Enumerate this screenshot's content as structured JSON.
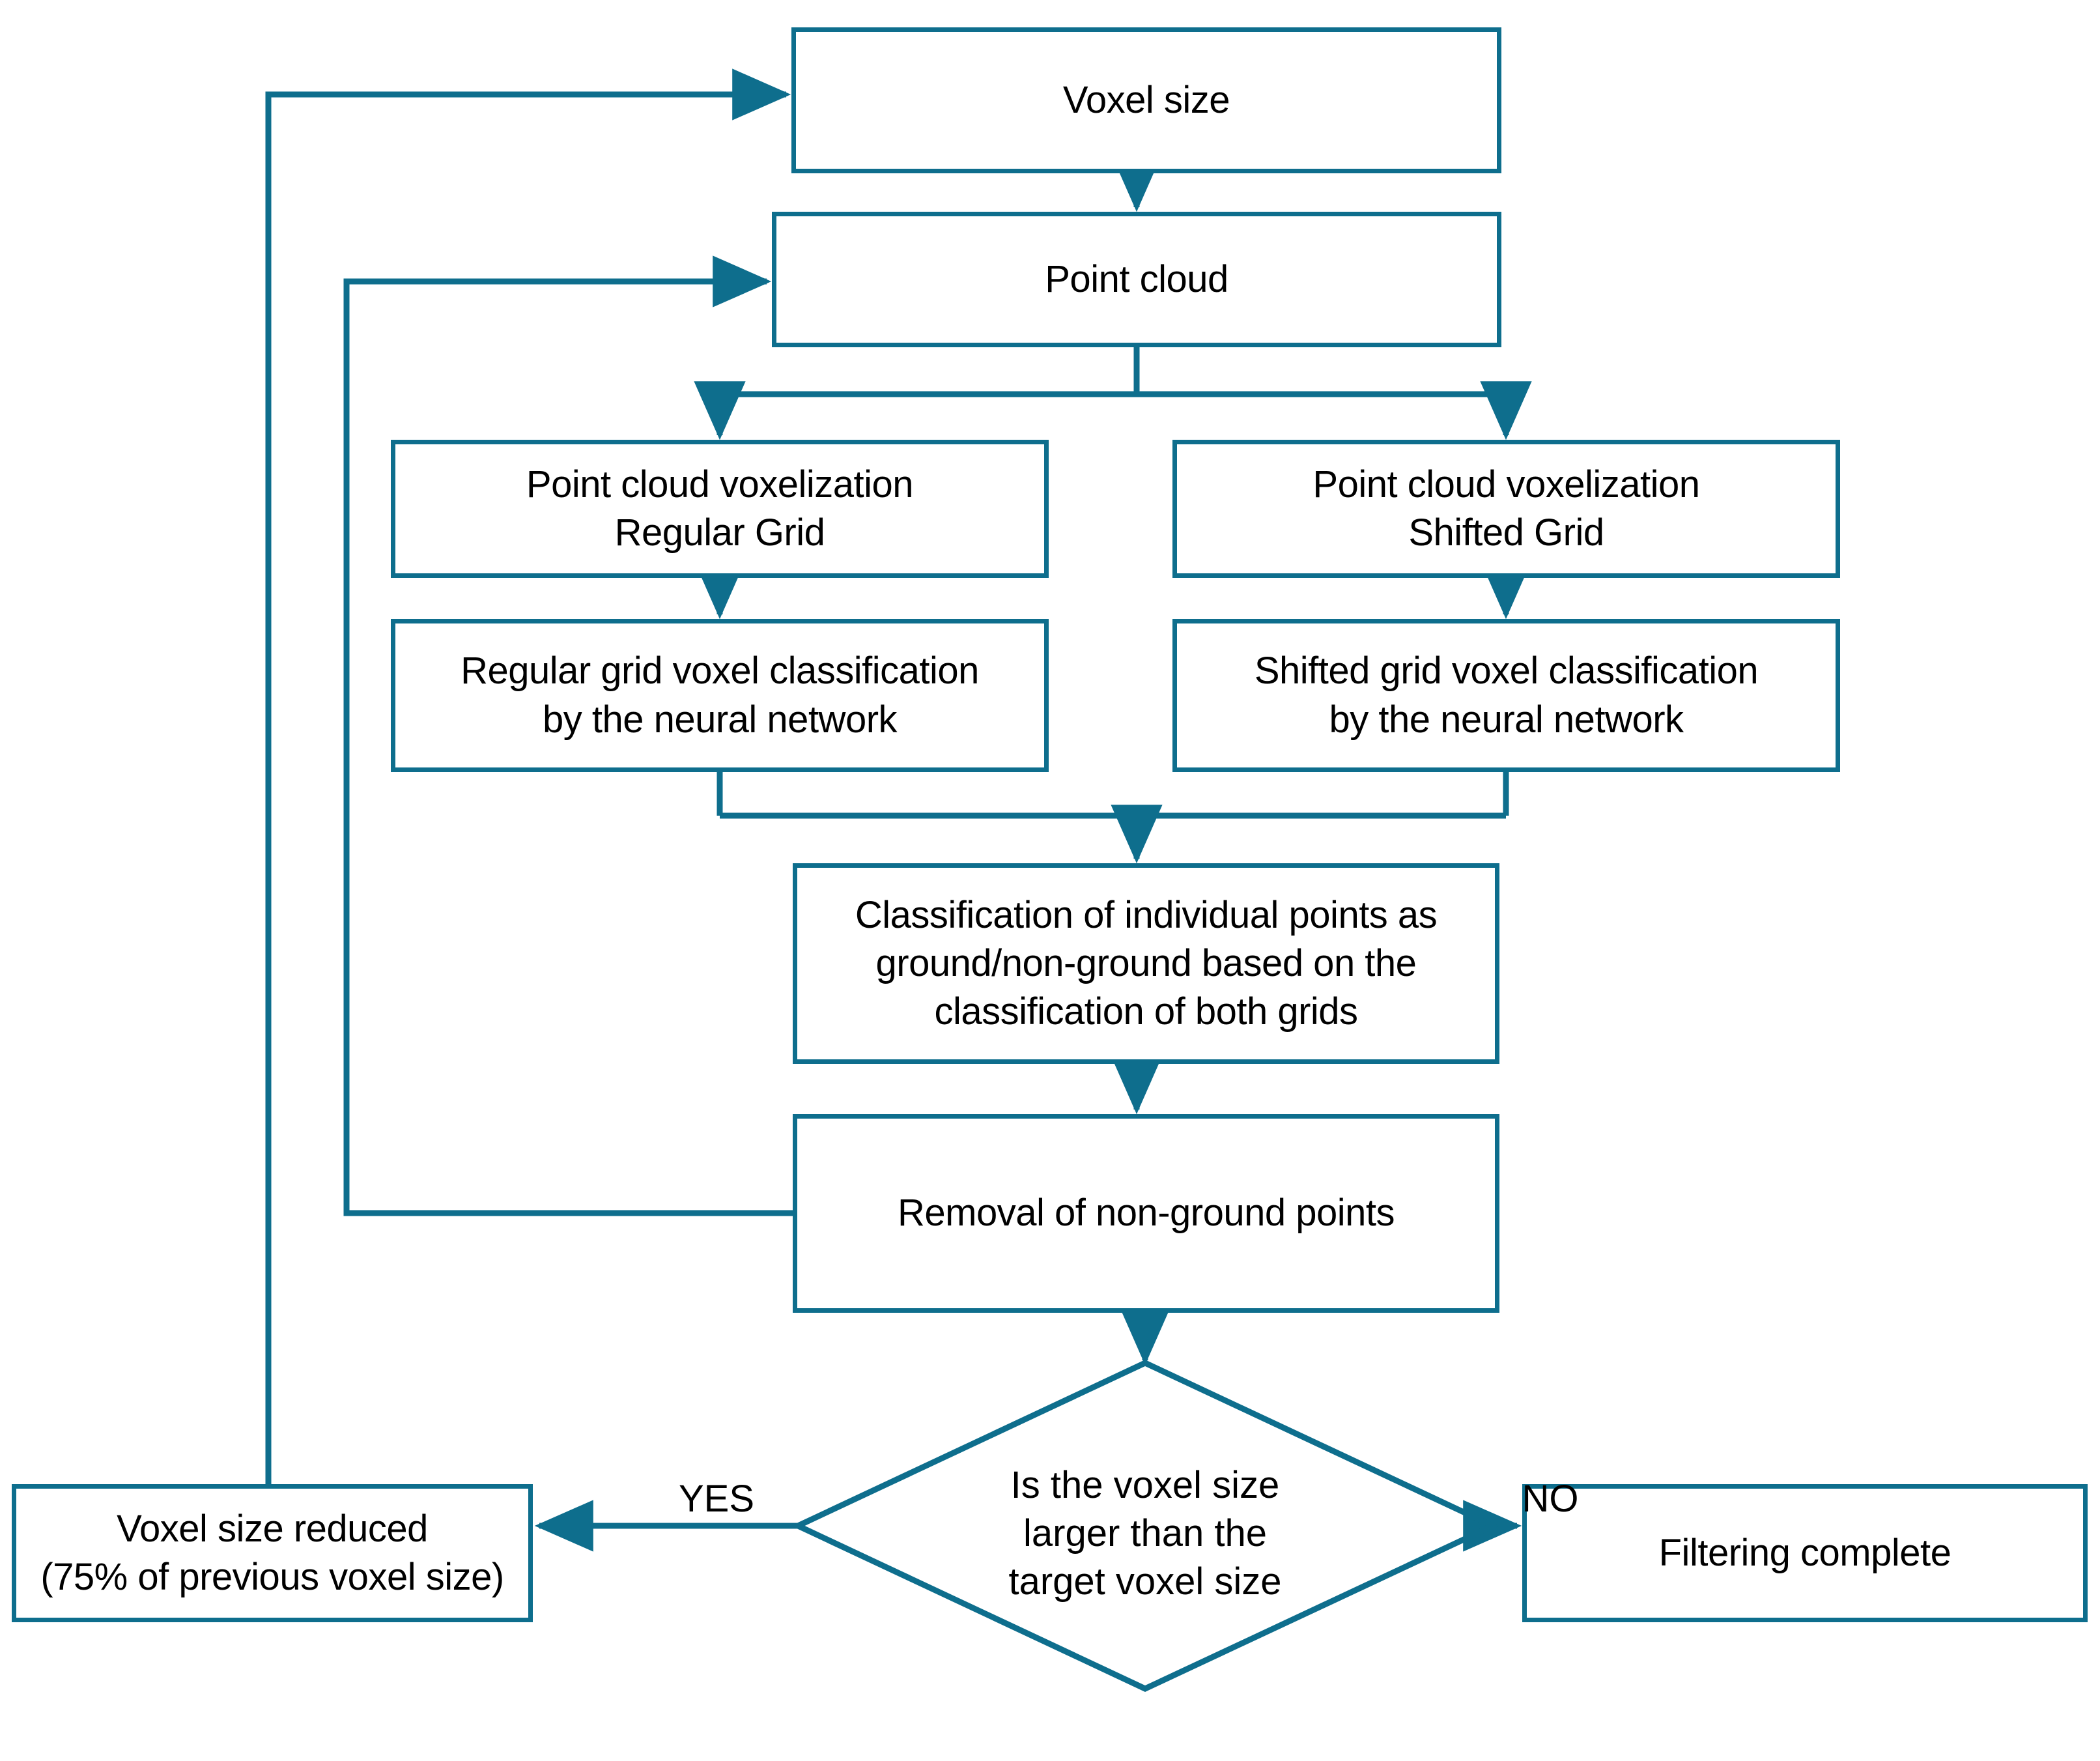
{
  "diagram": {
    "title": "Iterative voxel-based ground filtering flowchart",
    "accent_color": "#0e6e8d",
    "text_color": "#000000",
    "background_color": "#ffffff",
    "type": "flowchart"
  },
  "nodes": {
    "voxel_size": {
      "label": "Voxel size",
      "shape": "process"
    },
    "point_cloud": {
      "label": "Point cloud",
      "shape": "process"
    },
    "voxelization_regular": {
      "line1": "Point cloud voxelization",
      "line2": "Regular Grid",
      "shape": "process"
    },
    "voxelization_shifted": {
      "line1": "Point cloud voxelization",
      "line2": "Shifted Grid",
      "shape": "process"
    },
    "classification_regular": {
      "line1": "Regular grid voxel classification",
      "line2": "by the neural network",
      "shape": "process"
    },
    "classification_shifted": {
      "line1": "Shifted grid voxel classification",
      "line2": "by the neural network",
      "shape": "process"
    },
    "point_classification": {
      "line1": "Classification of individual points as",
      "line2": "ground/non-ground based on the",
      "line3": "classification of both grids",
      "shape": "process"
    },
    "removal": {
      "label": "Removal of non-ground points",
      "shape": "process"
    },
    "decision": {
      "line1": "Is the voxel size",
      "line2": "larger than the",
      "line3": "target voxel size",
      "shape": "decision"
    },
    "voxel_reduced": {
      "line1": "Voxel size reduced",
      "line2": "(75% of previous voxel size)",
      "shape": "process"
    },
    "filtering_complete": {
      "label": "Filtering complete",
      "shape": "process"
    }
  },
  "edges": {
    "yes_label": "YES",
    "no_label": "NO"
  }
}
